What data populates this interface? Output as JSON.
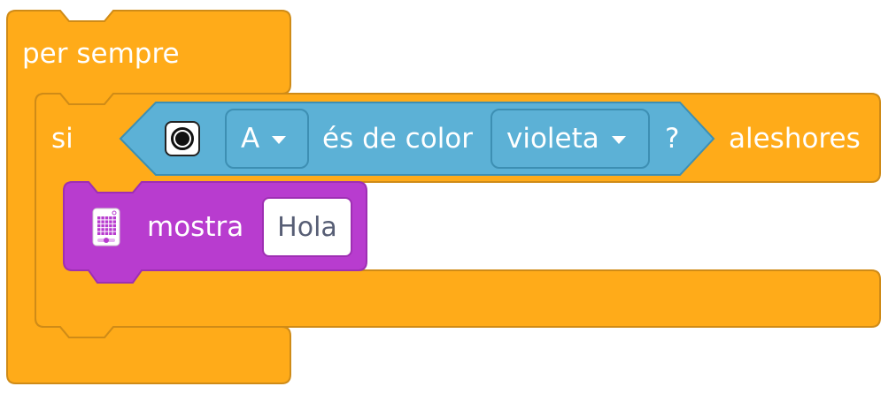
{
  "forever_block": {
    "label": "per sempre",
    "color": "#ffab19"
  },
  "if_block": {
    "if_label": "si",
    "then_label": "aleshores",
    "color": "#ffab19"
  },
  "condition_block": {
    "color": "#5cb1d6",
    "sensor_icon": "color-sensor-icon",
    "port_dropdown": "A",
    "middle_text": "és de color",
    "color_dropdown": "violeta",
    "question_mark": "?"
  },
  "display_block": {
    "icon": "light-matrix-icon",
    "label": "mostra",
    "text_value": "Hola",
    "color": "#b83ccf"
  }
}
